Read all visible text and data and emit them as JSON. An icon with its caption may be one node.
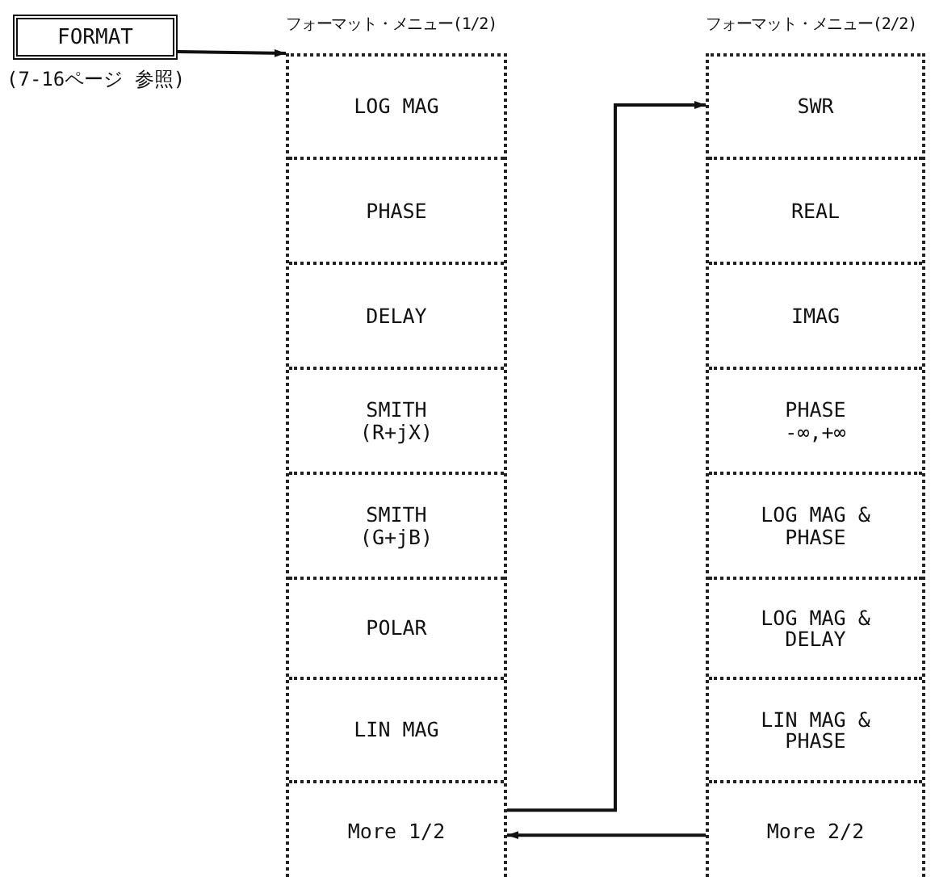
{
  "diagram": {
    "nodes": [
      {
        "text": [
          "FORMAT"
        ],
        "beside": [
          "(7-16ページ 参照)"
        ]
      },
      {
        "text": [
          "フォーマット・メニュー(1/2)"
        ]
      },
      {
        "text": [
          "LOG MAG"
        ],
        "in": 1
      },
      {
        "text": [
          "PHASE"
        ],
        "in": 1
      },
      {
        "text": [
          "DELAY"
        ],
        "in": 1
      },
      {
        "text": [
          "SMITH (R+jX)"
        ],
        "in": 1
      },
      {
        "text": [
          "SMITH (G+jB)"
        ],
        "in": 1
      },
      {
        "text": [
          "POLAR"
        ],
        "in": 1
      },
      {
        "text": [
          "LIN MAG"
        ],
        "in": 1
      },
      {
        "text": [
          "More 1/2"
        ],
        "in": 1
      },
      {
        "text": [
          "フォーマット・メニュー(2/2)"
        ]
      },
      {
        "text": [
          "SWR"
        ],
        "in": 10
      },
      {
        "text": [
          "REAL"
        ],
        "in": 10
      },
      {
        "text": [
          "IMAG"
        ],
        "in": 10
      },
      {
        "text": [
          "PHASE -∞,+∞"
        ],
        "in": 10
      },
      {
        "text": [
          "LOG MAG & PHASE"
        ],
        "in": 10
      },
      {
        "text": [
          "LOG MAG & DELAY"
        ],
        "in": 10
      },
      {
        "text": [
          "LIN MAG & PHASE"
        ],
        "in": 10
      },
      {
        "text": [
          "More 2/2"
        ],
        "in": 10
      }
    ],
    "edges": [
      {
        "from": 0,
        "to": 1,
        "arrow": "to"
      },
      {
        "from": 9,
        "to": 11,
        "arrow": "to"
      },
      {
        "from": 18,
        "to": 9,
        "arrow": "to"
      }
    ]
  }
}
